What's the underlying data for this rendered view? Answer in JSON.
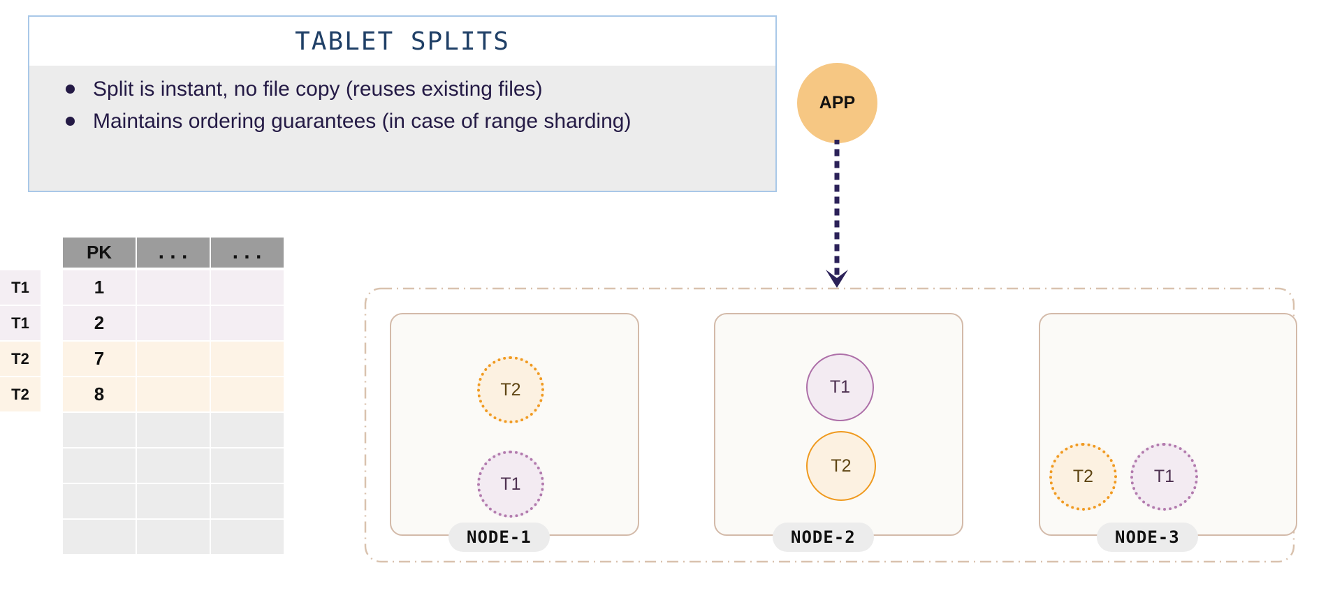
{
  "callout": {
    "title": "TABLET SPLITS",
    "bullets": [
      "Split is instant, no file copy (reuses existing files)",
      "Maintains ordering guarantees (in case of range sharding)"
    ],
    "border_color": "#a9c8e8",
    "body_bg": "#ececec",
    "title_color": "#1f3f66",
    "text_color": "#241a45"
  },
  "table": {
    "headers": [
      "PK",
      "...",
      "..."
    ],
    "rows": [
      {
        "tag": "T1",
        "pk": "1",
        "c2": "",
        "c3": "",
        "kind": "t1"
      },
      {
        "tag": "T1",
        "pk": "2",
        "c2": "",
        "c3": "",
        "kind": "t1"
      },
      {
        "tag": "T2",
        "pk": "7",
        "c2": "",
        "c3": "",
        "kind": "t2"
      },
      {
        "tag": "T2",
        "pk": "8",
        "c2": "",
        "c3": "",
        "kind": "t2"
      },
      {
        "tag": "",
        "pk": "",
        "c2": "",
        "c3": "",
        "kind": "empty"
      },
      {
        "tag": "",
        "pk": "",
        "c2": "",
        "c3": "",
        "kind": "empty"
      },
      {
        "tag": "",
        "pk": "",
        "c2": "",
        "c3": "",
        "kind": "empty"
      },
      {
        "tag": "",
        "pk": "",
        "c2": "",
        "c3": "",
        "kind": "empty"
      }
    ],
    "header_bg": "#9c9c9c",
    "t1_bg": "#f4eef3",
    "t2_bg": "#fdf3e6",
    "empty_bg": "#ececec"
  },
  "app": {
    "label": "APP",
    "fill": "#f6c783",
    "arrow_color": "#2b2158"
  },
  "cluster": {
    "border_color": "#d9c2ae",
    "nodes": [
      {
        "label": "NODE-1",
        "tablets": [
          {
            "label": "T2",
            "style": "dotted",
            "color": "#f09a21"
          },
          {
            "label": "T1",
            "style": "dotted",
            "color": "#b27aad"
          }
        ]
      },
      {
        "label": "NODE-2",
        "tablets": [
          {
            "label": "T1",
            "style": "solid",
            "color": "#ad6fa8"
          },
          {
            "label": "T2",
            "style": "solid",
            "color": "#ef9a1f"
          }
        ]
      },
      {
        "label": "NODE-3",
        "tablets": [
          {
            "label": "T2",
            "style": "dotted",
            "color": "#f09a21"
          },
          {
            "label": "T1",
            "style": "dotted",
            "color": "#b27aad"
          }
        ]
      }
    ],
    "node_bg": "#fbfaf7",
    "node_border": "#d3baa9",
    "label_bg": "#ececec"
  }
}
